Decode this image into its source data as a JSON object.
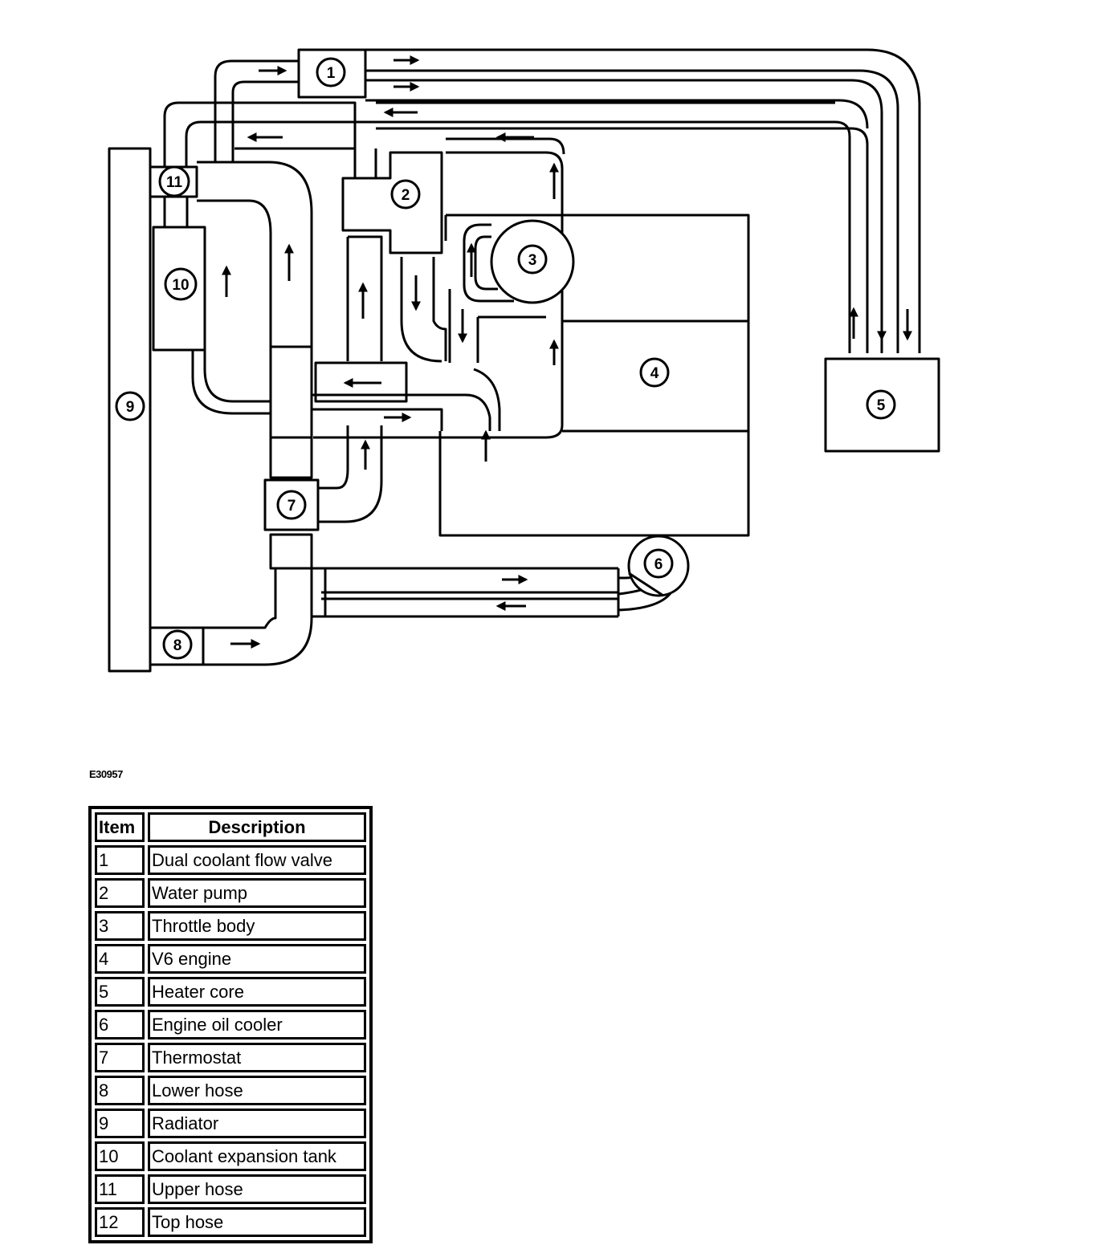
{
  "figure": {
    "code": "E30957",
    "callouts": [
      "1",
      "2",
      "3",
      "4",
      "5",
      "6",
      "7",
      "8",
      "9",
      "10",
      "11"
    ]
  },
  "legend": {
    "headers": {
      "item": "Item",
      "description": "Description"
    },
    "rows": [
      {
        "item": "1",
        "description": "Dual coolant flow valve"
      },
      {
        "item": "2",
        "description": "Water pump"
      },
      {
        "item": "3",
        "description": "Throttle body"
      },
      {
        "item": "4",
        "description": "V6 engine"
      },
      {
        "item": "5",
        "description": "Heater core"
      },
      {
        "item": "6",
        "description": "Engine oil cooler"
      },
      {
        "item": "7",
        "description": "Thermostat"
      },
      {
        "item": "8",
        "description": "Lower hose"
      },
      {
        "item": "9",
        "description": "Radiator"
      },
      {
        "item": "10",
        "description": "Coolant expansion tank"
      },
      {
        "item": "11",
        "description": "Upper hose"
      },
      {
        "item": "12",
        "description": "Top hose"
      }
    ]
  }
}
